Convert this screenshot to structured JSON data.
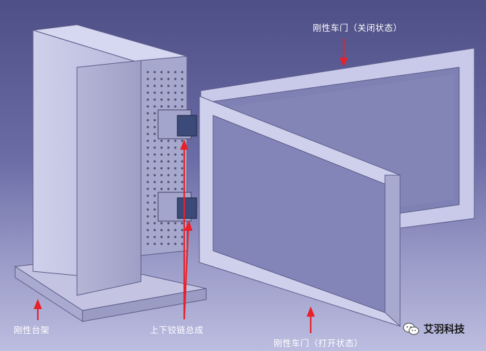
{
  "labels": {
    "door_closed": "刚性车门（关闭状态）",
    "hinge": "上下铰链总成",
    "base": "刚性台架",
    "door_open": "刚性车门（打开状态）"
  },
  "watermark": {
    "text": "艾羽科技",
    "icon": "wechat-icon"
  },
  "colors": {
    "arrow": "#e8202a",
    "frame": "#c9c9ea",
    "frame_dark": "#8e8fc0"
  }
}
